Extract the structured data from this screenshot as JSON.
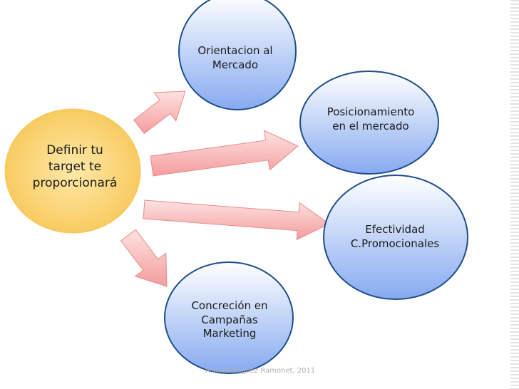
{
  "colors": {
    "center_fill": "#fbd77a",
    "center_edge": "#f7c553",
    "circle_fill_top": "#ffffff",
    "circle_fill_bottom": "#8fb3f0",
    "circle_stroke": "#1f4e8c",
    "arrow_fill": "#f5a9a9",
    "arrow_stroke": "#e88c8c"
  },
  "center": {
    "label": [
      "Definir tu",
      "target te",
      "proporcionará"
    ]
  },
  "nodes": [
    {
      "id": "orientacion",
      "label": [
        "Orientacion al",
        "Mercado"
      ]
    },
    {
      "id": "posicionamiento",
      "label": [
        "Posicionamiento",
        "en el mercado"
      ]
    },
    {
      "id": "efectividad",
      "label": [
        "Efectividad",
        "C.Promocionales"
      ]
    },
    {
      "id": "concrecion",
      "label": [
        "Concreción en",
        "Campañas",
        "Marketing"
      ]
    }
  ],
  "footer": "Ivan Rodriguez Ramonet, 2011"
}
